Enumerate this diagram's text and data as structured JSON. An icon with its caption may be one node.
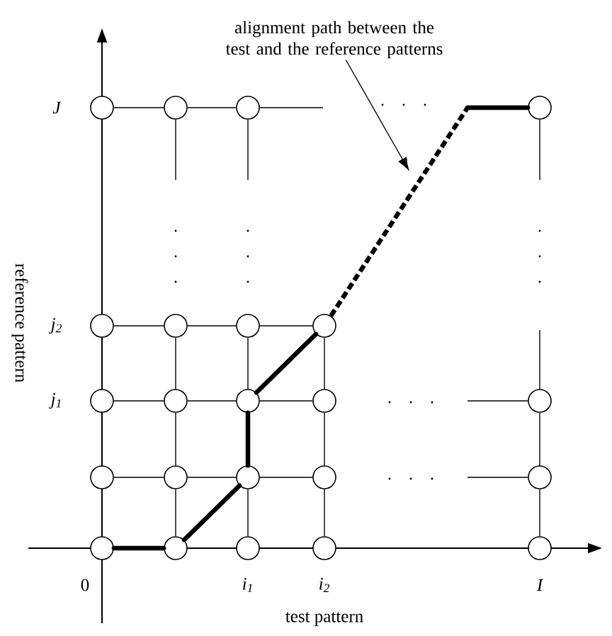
{
  "diagram": {
    "nodes": [
      {
        "text": [
          "alignment path between the test and the reference patterns"
        ]
      },
      {
        "text": [],
        "shape": "circle"
      },
      {
        "text": [],
        "shape": "circle"
      },
      {
        "text": [],
        "shape": "circle"
      },
      {
        "text": [],
        "shape": "circle"
      },
      {
        "text": [],
        "shape": "circle"
      },
      {
        "text": [],
        "shape": "circle"
      },
      {
        "text": [],
        "shape": "circle"
      },
      {
        "text": [],
        "shape": "circle"
      },
      {
        "text": [],
        "shape": "circle"
      },
      {
        "text": [],
        "shape": "circle"
      },
      {
        "text": [],
        "shape": "circle"
      },
      {
        "text": [],
        "shape": "circle"
      },
      {
        "text": [],
        "shape": "circle"
      },
      {
        "text": [],
        "shape": "circle"
      },
      {
        "text": [],
        "shape": "circle"
      },
      {
        "text": [],
        "shape": "circle"
      },
      {
        "text": [],
        "shape": "circle"
      },
      {
        "text": [],
        "shape": "circle"
      },
      {
        "text": [],
        "shape": "circle"
      },
      {
        "text": [],
        "shape": "circle"
      },
      {
        "text": [],
        "shape": "circle"
      },
      {
        "text": [],
        "shape": "circle"
      },
      {
        "text": [],
        "shape": "circle"
      }
    ],
    "edges": [
      {
        "from": 0,
        "to": null,
        "arrow": "to"
      },
      {
        "from": 1,
        "to": 2,
        "arrow": "none"
      },
      {
        "from": 2,
        "to": 3,
        "arrow": "none"
      },
      {
        "from": 3,
        "to": null,
        "arrow": "none"
      },
      {
        "from": 2,
        "to": null,
        "arrow": "none"
      },
      {
        "from": 3,
        "to": null,
        "arrow": "none"
      },
      {
        "from": 4,
        "to": null,
        "arrow": "none"
      },
      {
        "from": 5,
        "to": 6,
        "arrow": "none"
      },
      {
        "from": 6,
        "to": 7,
        "arrow": "none"
      },
      {
        "from": 7,
        "to": 8,
        "arrow": "none"
      },
      {
        "from": 9,
        "to": 10,
        "arrow": "none"
      },
      {
        "from": 10,
        "to": 11,
        "arrow": "none"
      },
      {
        "from": 11,
        "to": 12,
        "arrow": "none"
      },
      {
        "from": 13,
        "to": null,
        "arrow": "none"
      },
      {
        "from": 14,
        "to": 15,
        "arrow": "none"
      },
      {
        "from": 15,
        "to": 16,
        "arrow": "none"
      },
      {
        "from": 16,
        "to": 17,
        "arrow": "none"
      },
      {
        "from": 18,
        "to": null,
        "arrow": "none"
      },
      {
        "from": 20,
        "to": 15,
        "arrow": "none"
      },
      {
        "from": 15,
        "to": 10,
        "arrow": "none"
      },
      {
        "from": 10,
        "to": 6,
        "arrow": "none"
      },
      {
        "from": 21,
        "to": 16,
        "arrow": "none"
      },
      {
        "from": 11,
        "to": 7,
        "arrow": "none"
      },
      {
        "from": 22,
        "to": 17,
        "arrow": "none"
      },
      {
        "from": 17,
        "to": 12,
        "arrow": "none"
      },
      {
        "from": 12,
        "to": 8,
        "arrow": "none"
      },
      {
        "from": 23,
        "to": 18,
        "arrow": "none"
      },
      {
        "from": 18,
        "to": 13,
        "arrow": "none"
      },
      {
        "from": 13,
        "to": null,
        "arrow": "none"
      },
      {
        "from": 19,
        "to": 20,
        "arrow": "none",
        "style": "thick"
      },
      {
        "from": 20,
        "to": 16,
        "arrow": "none",
        "style": "thick"
      },
      {
        "from": 16,
        "to": 11,
        "arrow": "none",
        "style": "thick"
      },
      {
        "from": 11,
        "to": 8,
        "arrow": "none",
        "style": "thick"
      },
      {
        "from": 8,
        "to": null,
        "arrow": "none",
        "style": "dashed"
      },
      {
        "from": null,
        "to": 4,
        "arrow": "none",
        "style": "thick"
      }
    ],
    "labels": [
      "J",
      "j$_{2}$",
      "j$_{1}$",
      "reference pattern",
      "0",
      "i$_{1}$",
      "i$_{2}$",
      "I",
      "test pattern"
    ]
  }
}
